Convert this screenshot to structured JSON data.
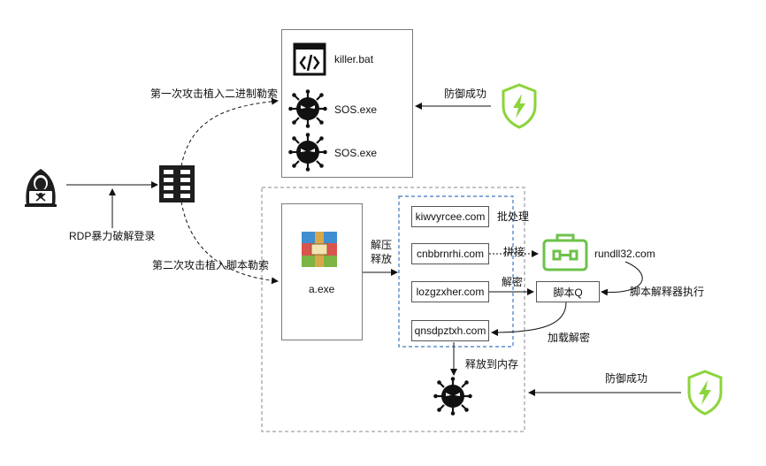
{
  "top_box": {
    "items": [
      {
        "label": "killer.bat",
        "icon": "code-file-icon"
      },
      {
        "label": "SOS.exe",
        "icon": "virus-icon"
      },
      {
        "label": "SOS.exe",
        "icon": "virus-icon"
      }
    ]
  },
  "labels": {
    "first_attack": "第一次攻击植入二进制勒索",
    "second_attack": "第二次攻击植入脚本勒索",
    "rdp": "RDP暴力破解登录",
    "defense_top": "防御成功",
    "defense_bottom": "防御成功",
    "unpack_line1": "解压",
    "unpack_line2": "释放",
    "batch": "批处理",
    "concat": "拼接",
    "decrypt": "解密",
    "load_decrypt": "加载解密",
    "release_memory": "释放到内存",
    "script_interpreter_exec": "脚本解释器执行",
    "rundll": "rundll32.com",
    "script_q": "脚本Q",
    "a_exe": "a.exe"
  },
  "domains": [
    "kiwvyrcee.com",
    "cnbbrnrhi.com",
    "lozgzxher.com",
    "qnsdpztxh.com"
  ],
  "colors": {
    "shield_green": "#8bd43a",
    "dashed_blue": "#3d78c4",
    "icon_black": "#111111",
    "toolbox_green": "#6cc24a"
  }
}
